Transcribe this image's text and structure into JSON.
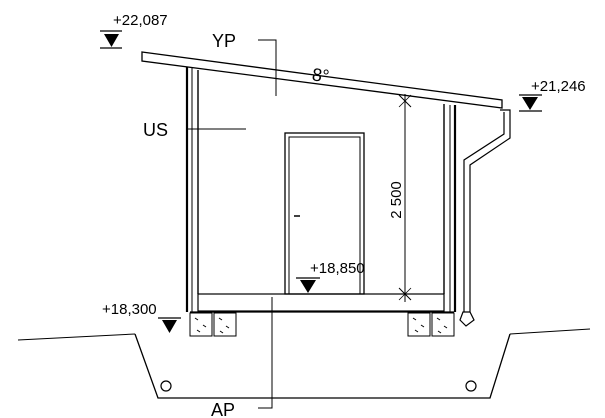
{
  "labels": {
    "roof": "YP",
    "wall": "US",
    "foundation": "AP",
    "slope": "8°",
    "dimension_height": "2 500"
  },
  "elevations": {
    "roof_high": "+22,087",
    "roof_low": "+21,246",
    "floor": "+18,850",
    "ground": "+18,300"
  },
  "colors": {
    "line": "#000000",
    "background": "#ffffff"
  },
  "icons": {
    "level_marker": "level-triangle-icon",
    "foundation_drain": "drain-pipe-circle-icon"
  }
}
